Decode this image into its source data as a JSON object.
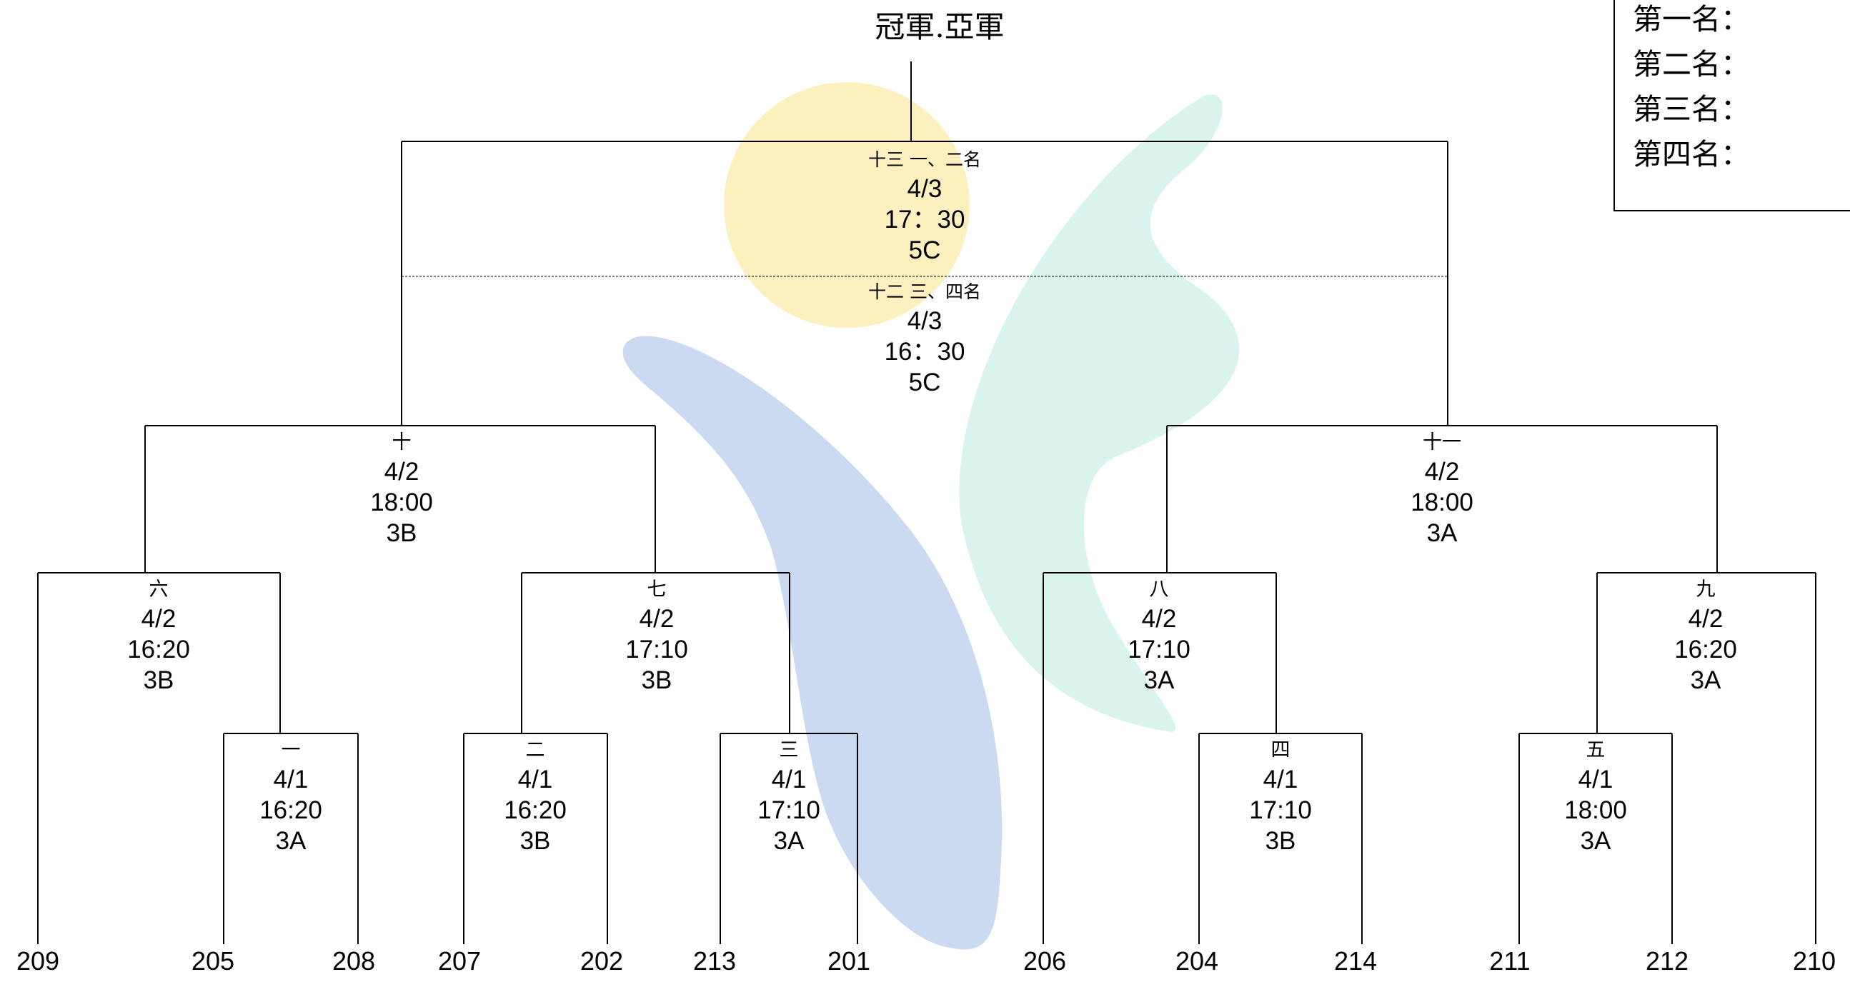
{
  "title": "冠軍.亞軍",
  "standings": [
    "第一名：",
    "第二名：",
    "第三名：",
    "第四名："
  ],
  "final": {
    "championship": {
      "label": "十三 一、二名",
      "date": "4/3",
      "time": "17：30",
      "court": "5C"
    },
    "third_place": {
      "label": "十二 三、四名",
      "date": "4/3",
      "time": "16：30",
      "court": "5C"
    }
  },
  "games": {
    "g1": {
      "label": "一",
      "date": "4/1",
      "time": "16:20",
      "court": "3A"
    },
    "g2": {
      "label": "二",
      "date": "4/1",
      "time": "16:20",
      "court": "3B"
    },
    "g3": {
      "label": "三",
      "date": "4/1",
      "time": "17:10",
      "court": "3A"
    },
    "g4": {
      "label": "四",
      "date": "4/1",
      "time": "17:10",
      "court": "3B"
    },
    "g5": {
      "label": "五",
      "date": "4/1",
      "time": "18:00",
      "court": "3A"
    },
    "g6": {
      "label": "六",
      "date": "4/2",
      "time": "16:20",
      "court": "3B"
    },
    "g7": {
      "label": "七",
      "date": "4/2",
      "time": "17:10",
      "court": "3B"
    },
    "g8": {
      "label": "八",
      "date": "4/2",
      "time": "17:10",
      "court": "3A"
    },
    "g9": {
      "label": "九",
      "date": "4/2",
      "time": "16:20",
      "court": "3A"
    },
    "g10": {
      "label": "十",
      "date": "4/2",
      "time": "18:00",
      "court": "3B"
    },
    "g11": {
      "label": "十一",
      "date": "4/2",
      "time": "18:00",
      "court": "3A"
    }
  },
  "teams": [
    "209",
    "205",
    "208",
    "207",
    "202",
    "213",
    "201",
    "206",
    "204",
    "214",
    "211",
    "212",
    "210"
  ],
  "colors": {
    "line": "#000000",
    "yellow_blob": "#FBF0BE",
    "blue_blob": "#CBDAF1",
    "teal_blob": "#D9F4EE"
  }
}
